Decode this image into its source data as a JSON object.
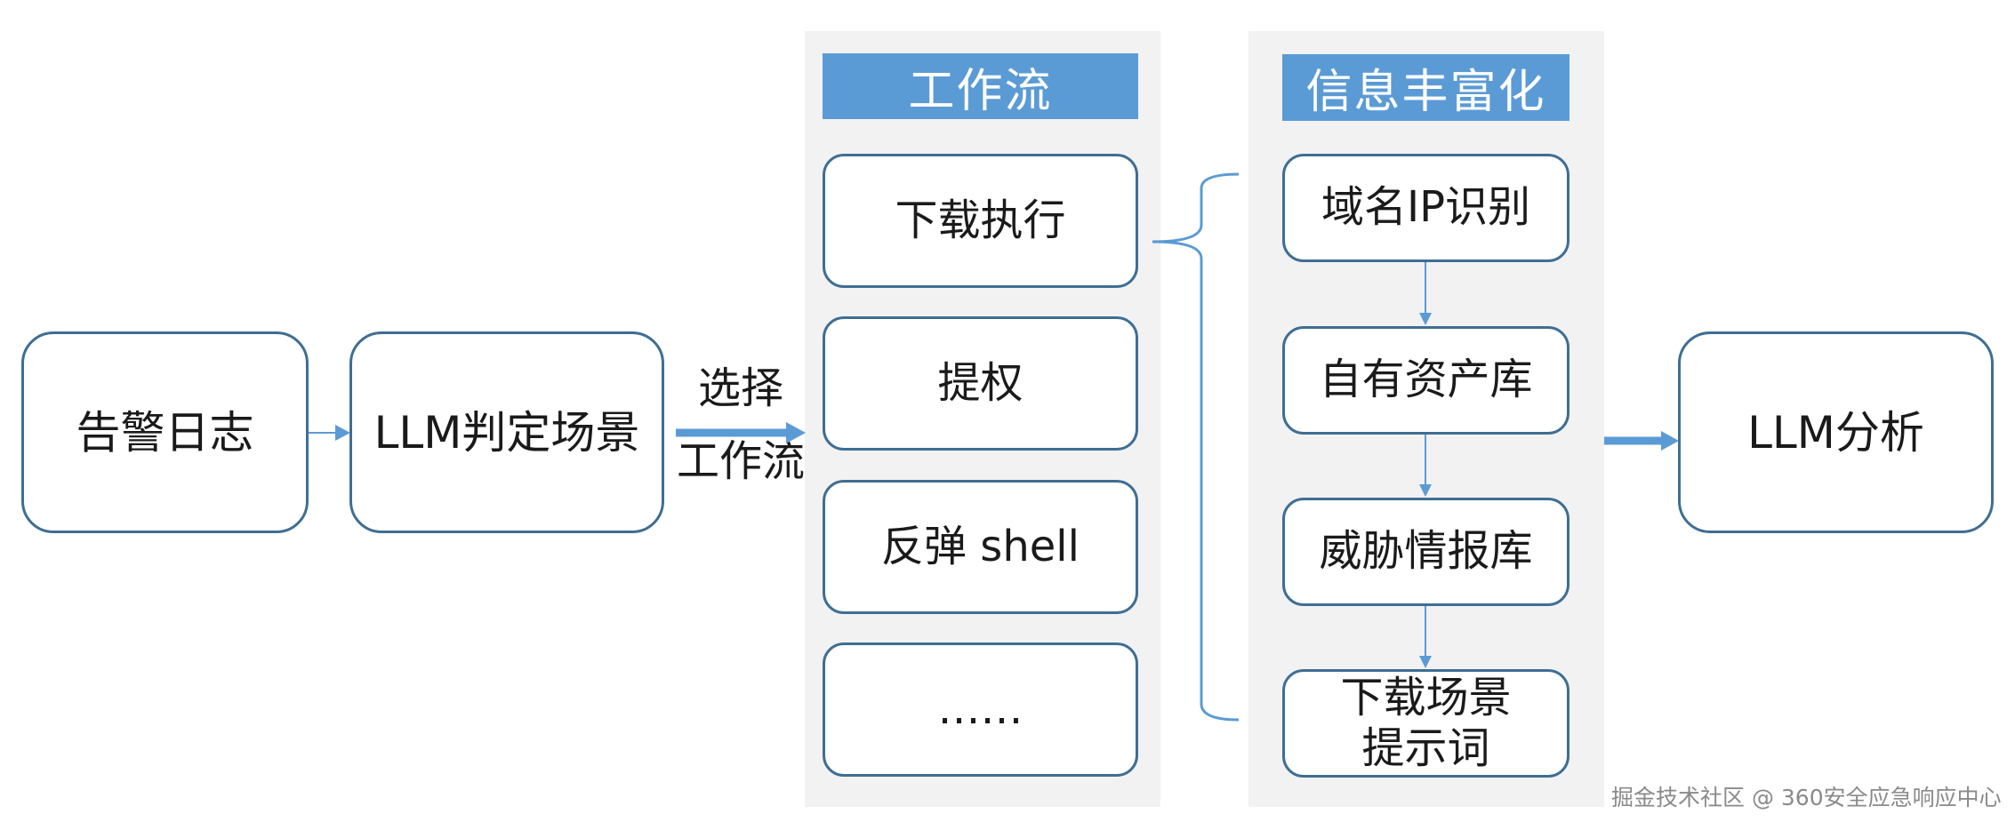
{
  "nodes": {
    "alert_log": "告警日志",
    "llm_scene": "LLM判定场景",
    "llm_analysis": "LLM分析"
  },
  "select_workflow": {
    "line1": "选择",
    "line2": "工作流"
  },
  "workflow_panel": {
    "title": "工作流",
    "items": [
      "下载执行",
      "提权",
      "反弹 shell",
      "……"
    ]
  },
  "enrichment_panel": {
    "title": "信息丰富化",
    "items": [
      "域名IP识别",
      "自有资产库",
      "威胁情报库"
    ],
    "prompt_line1": "下载场景",
    "prompt_line2": "提示词"
  },
  "watermark": "掘金技术社区 @ 360安全应急响应中心",
  "colors": {
    "node_border": "#3f6e93",
    "panel_title_bg": "#5b9bd5",
    "panel_bg": "#f2f2f2",
    "arrow": "#5b9bd5"
  }
}
